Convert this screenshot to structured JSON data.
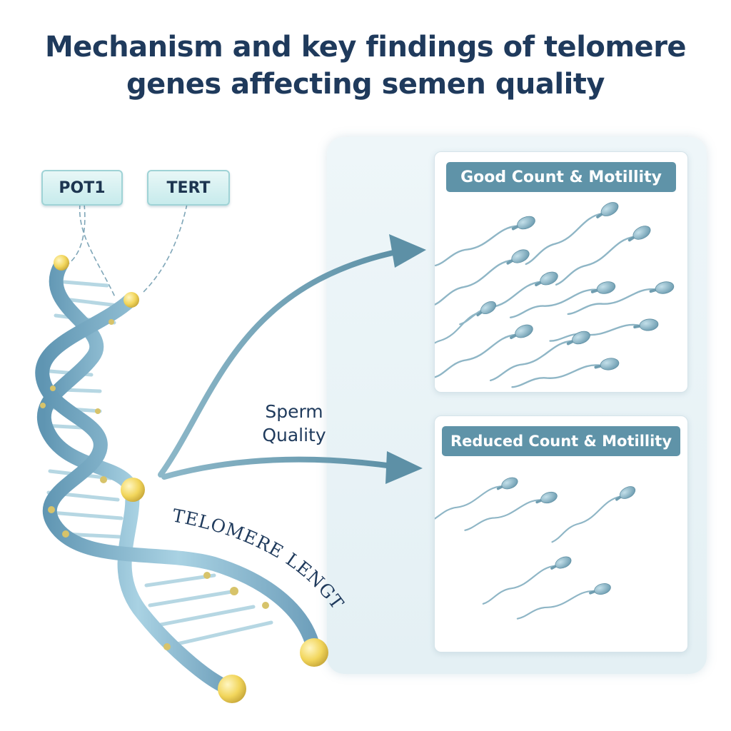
{
  "title": {
    "line1": "Mechanism and key findings of telomere",
    "line2": "genes affecting semen quality"
  },
  "genes": [
    {
      "label": "POT1"
    },
    {
      "label": "TERT"
    }
  ],
  "flow_label": {
    "line1": "Sperm",
    "line2": "Quality"
  },
  "telomere_label": "TELOMERE LENGTH",
  "panels": {
    "good": {
      "header": "Good Count & Motillity"
    },
    "reduced": {
      "header": "Reduced Count & Motillity"
    }
  },
  "colors": {
    "title": "#1f3a5c",
    "dna_strand": "#7fb3cc",
    "telomere_cap": "#f2d65c",
    "arrow": "#6f9fb3",
    "panel_header": "#5f93a8",
    "sperm": "#7aa7ba"
  }
}
